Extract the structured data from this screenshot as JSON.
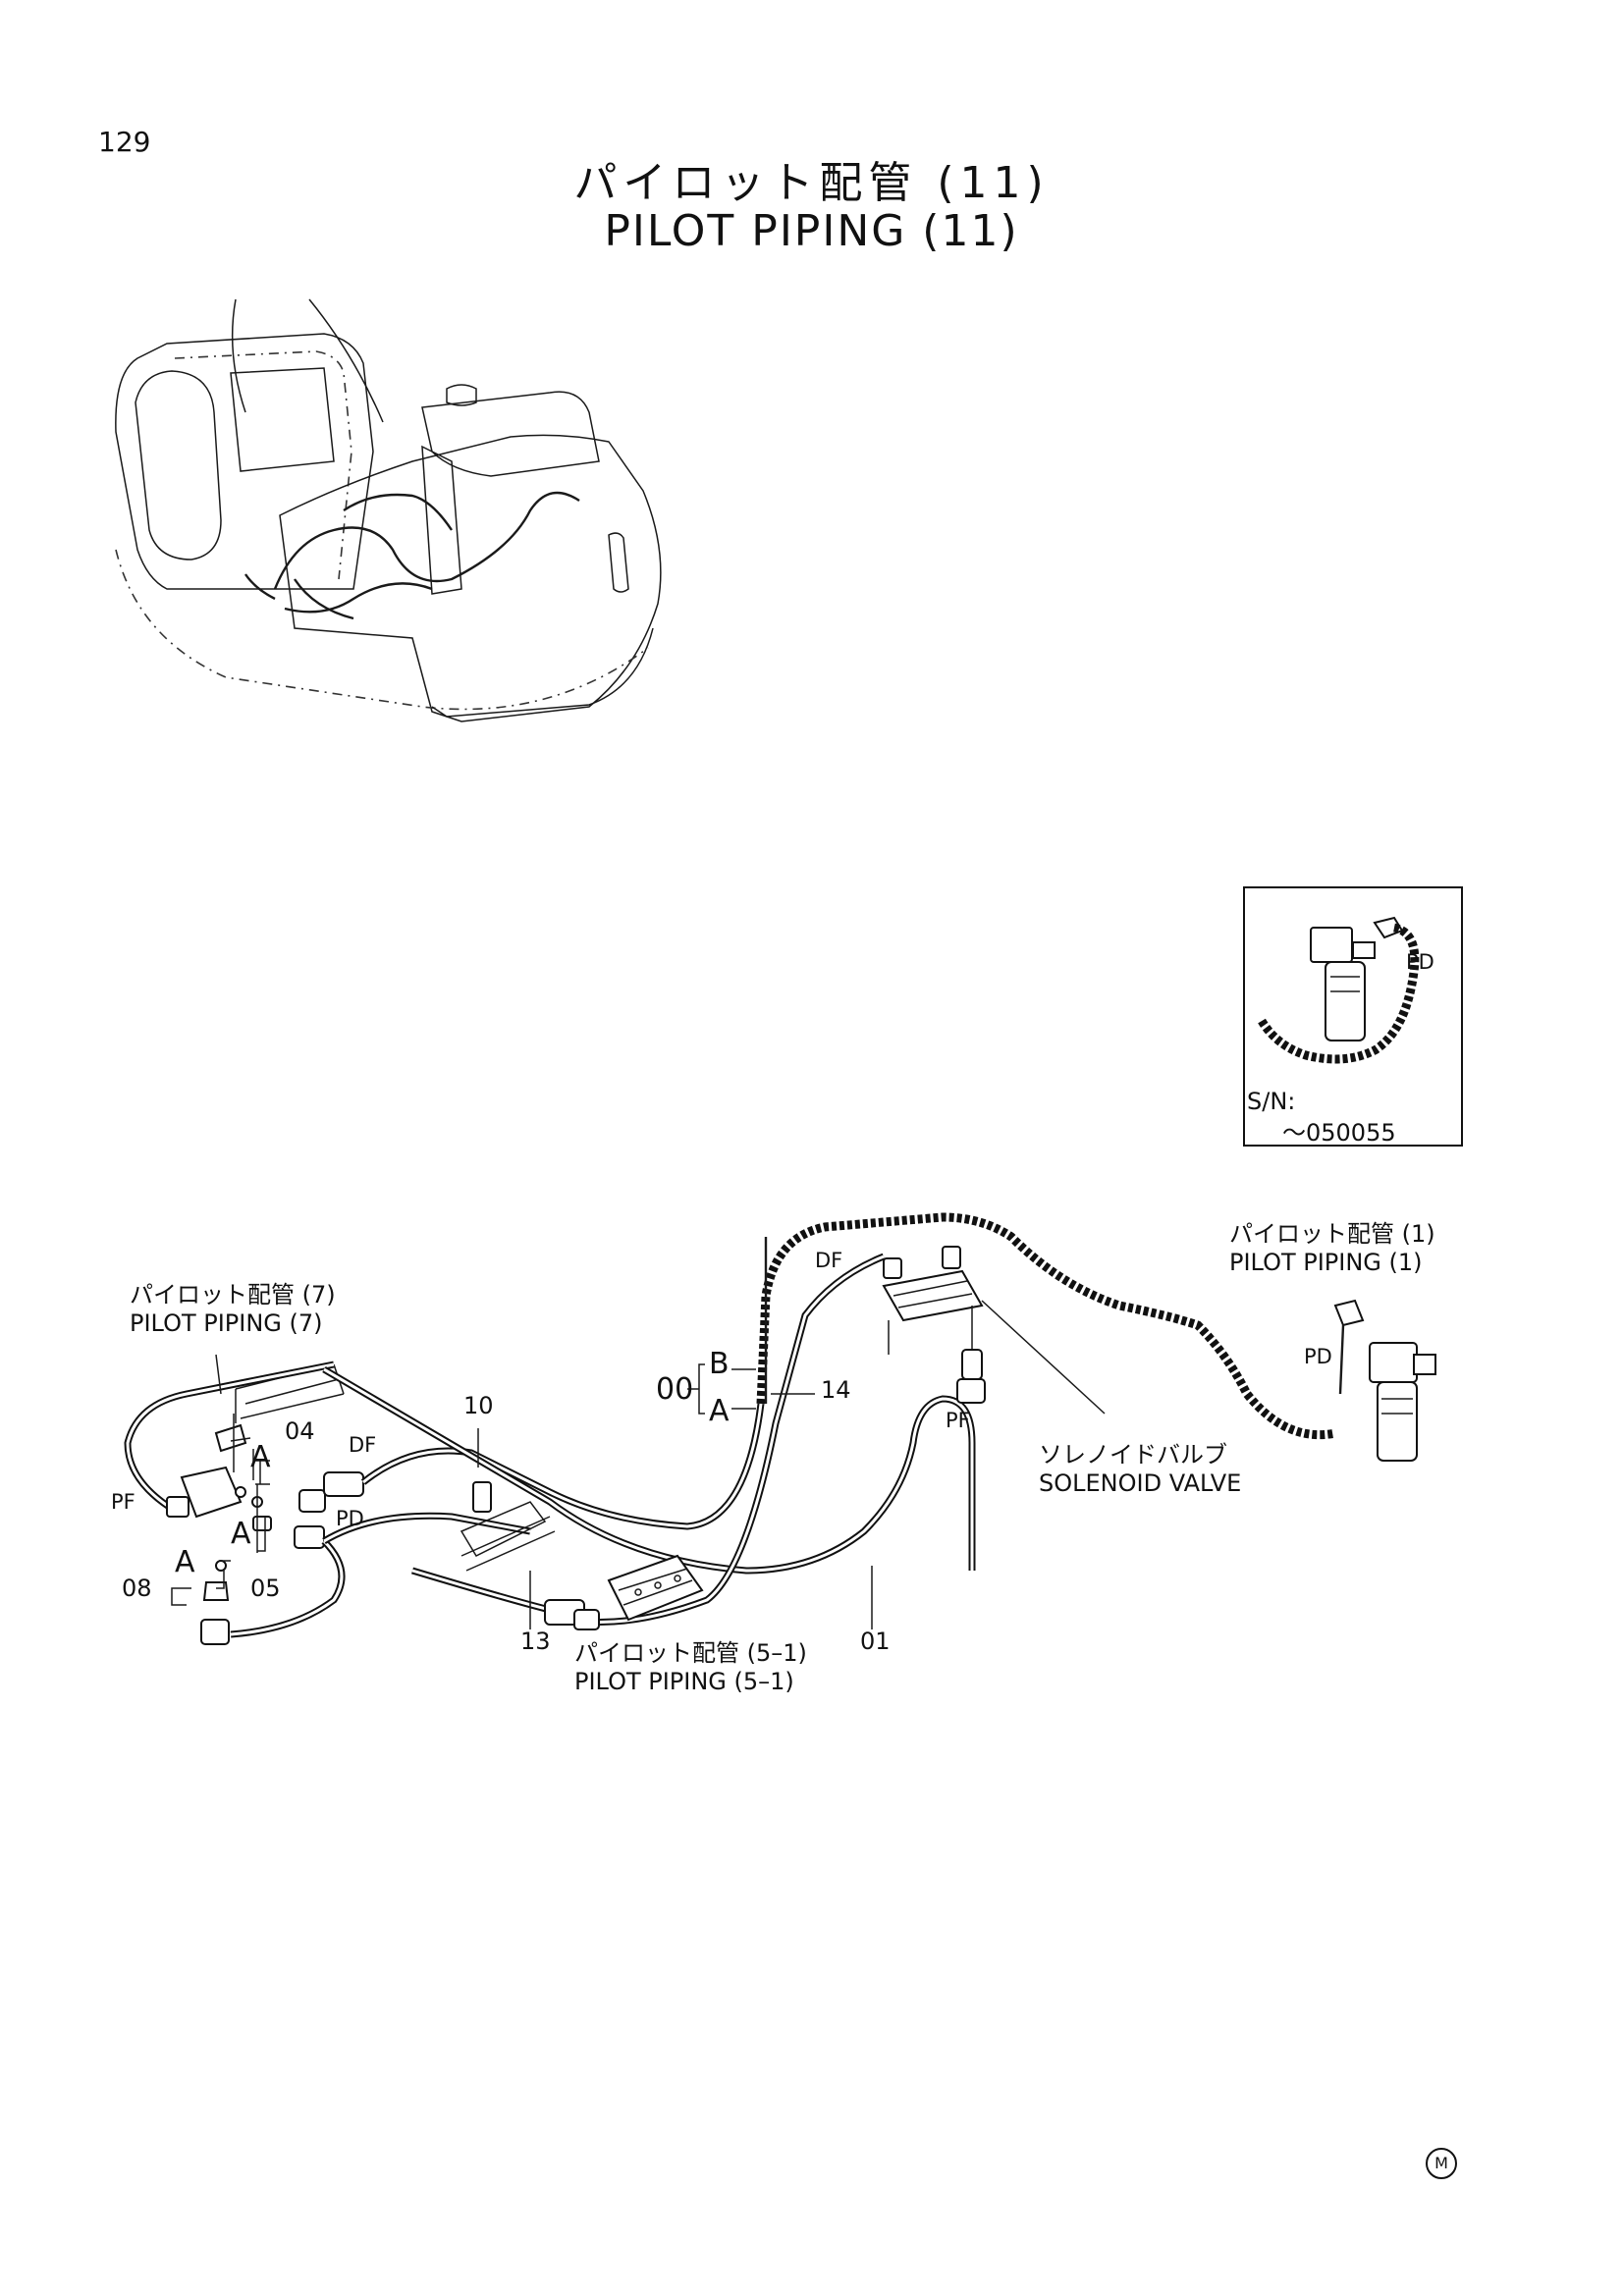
{
  "page_number": "129",
  "title": {
    "jp": "パイロット配管 (11)",
    "en": "PILOT PIPING (11)"
  },
  "inset": {
    "sn_label": "S/N:",
    "sn_range": "～050055",
    "port_label": "PD"
  },
  "labels": {
    "pp7_jp": "パイロット配管 (7)",
    "pp7_en": "PILOT PIPING (7)",
    "pp1_jp": "パイロット配管 (1)",
    "pp1_en": "PILOT PIPING (1)",
    "pp51_jp": "パイロット配管 (5–1)",
    "pp51_en": "PILOT PIPING (5–1)",
    "sol_jp": "ソレノイドバルブ",
    "sol_en": "SOLENOID VALVE"
  },
  "callouts": {
    "c00": "00",
    "cB": "B",
    "cA_top": "A",
    "c14": "14",
    "c10": "10",
    "c04": "04",
    "cA1": "A",
    "cA2": "A",
    "c05": "05",
    "c08": "08",
    "cA_08": "A",
    "c13": "13",
    "c01": "01"
  },
  "ports": {
    "df_left": "DF",
    "pd_left": "PD",
    "pf_left": "PF",
    "df_top": "DF",
    "pf_mid": "PF",
    "pd_right": "PD"
  },
  "footer_mark": "M"
}
